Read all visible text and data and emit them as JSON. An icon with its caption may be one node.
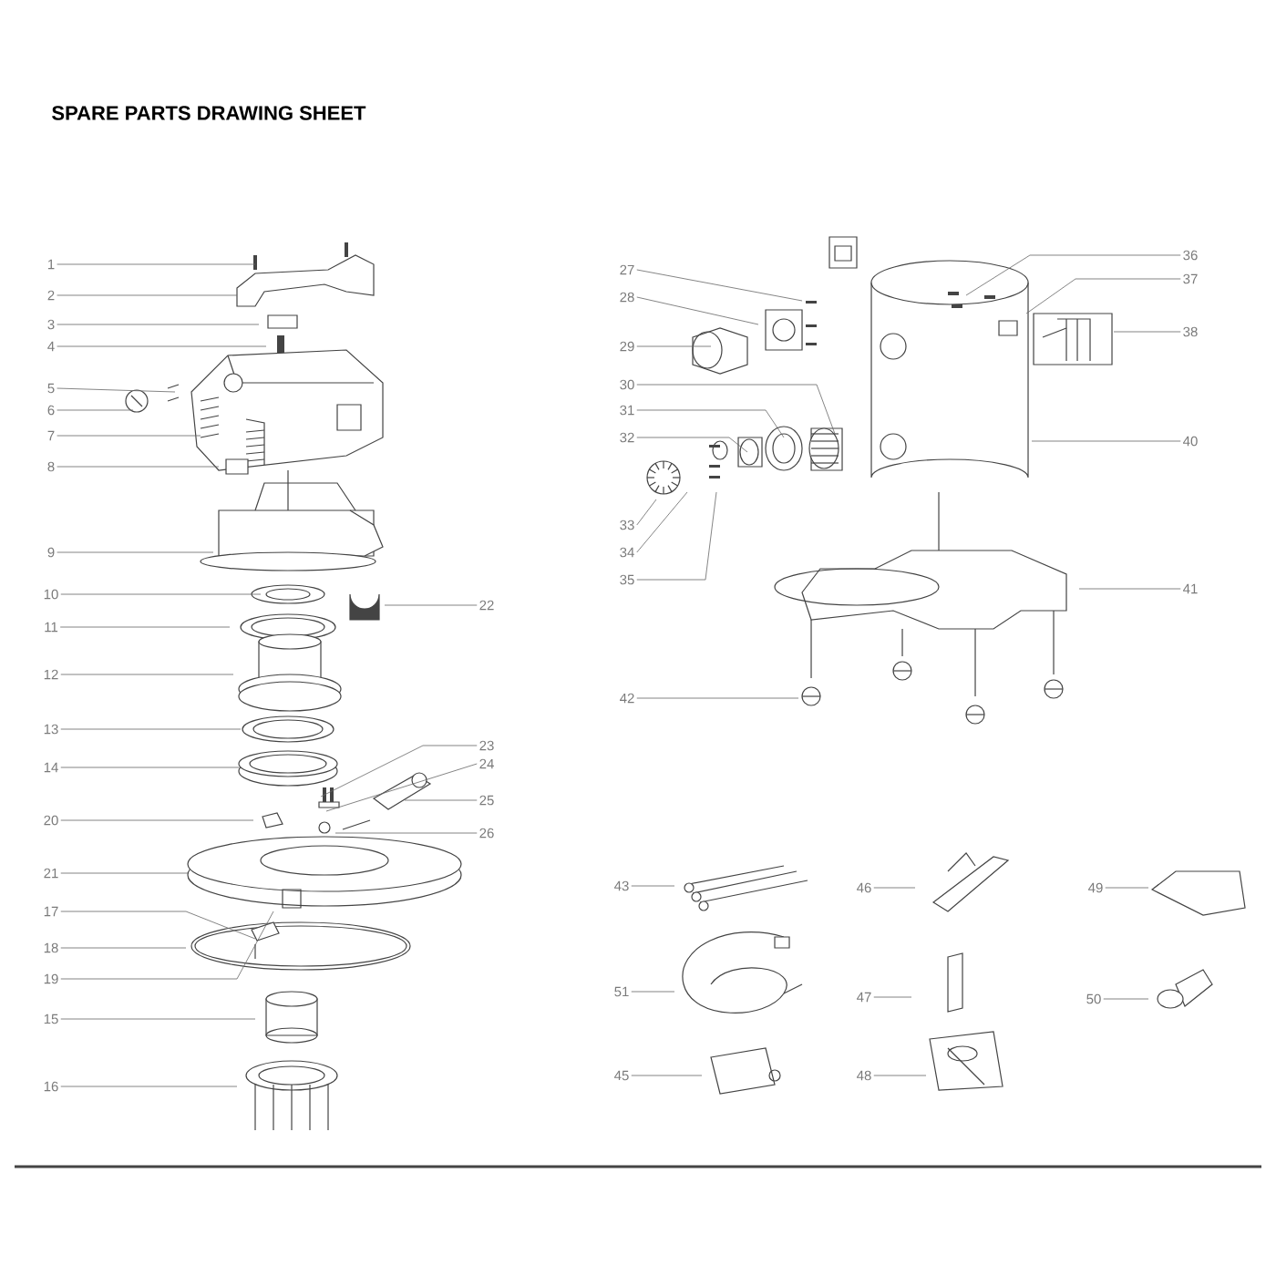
{
  "diagram": {
    "title": "SPARE PARTS DRAWING SHEET",
    "nodes": [
      {
        "text": [
          "1"
        ]
      },
      {
        "text": [
          "2"
        ]
      },
      {
        "text": [
          "3"
        ]
      },
      {
        "text": [
          "4"
        ]
      },
      {
        "text": [
          "5"
        ]
      },
      {
        "text": [
          "6"
        ]
      },
      {
        "text": [
          "7"
        ]
      },
      {
        "text": [
          "8"
        ]
      },
      {
        "text": [
          "9"
        ]
      },
      {
        "text": [
          "10"
        ]
      },
      {
        "text": [
          "22"
        ]
      },
      {
        "text": [
          "11"
        ]
      },
      {
        "text": [
          "12"
        ]
      },
      {
        "text": [
          "13"
        ]
      },
      {
        "text": [
          "14"
        ]
      },
      {
        "text": [
          "23"
        ]
      },
      {
        "text": [
          "24"
        ]
      },
      {
        "text": [
          "25"
        ]
      },
      {
        "text": [
          "20"
        ]
      },
      {
        "text": [
          "26"
        ]
      },
      {
        "text": [
          "21"
        ]
      },
      {
        "text": [
          "17"
        ]
      },
      {
        "text": [
          "18"
        ]
      },
      {
        "text": [
          "19"
        ]
      },
      {
        "text": [
          "15"
        ]
      },
      {
        "text": [
          "16"
        ]
      },
      {
        "text": [
          "27"
        ]
      },
      {
        "text": [
          "36"
        ]
      },
      {
        "text": [
          "28"
        ]
      },
      {
        "text": [
          "37"
        ]
      },
      {
        "text": [
          "38"
        ]
      },
      {
        "text": [
          "29"
        ]
      },
      {
        "text": [
          "30"
        ]
      },
      {
        "text": [
          "31"
        ]
      },
      {
        "text": [
          "32"
        ]
      },
      {
        "text": [
          "40"
        ]
      },
      {
        "text": [
          "33"
        ]
      },
      {
        "text": [
          "34"
        ]
      },
      {
        "text": [
          "35"
        ]
      },
      {
        "text": [
          "41"
        ]
      },
      {
        "text": [
          "42"
        ]
      },
      {
        "text": [
          "43"
        ]
      },
      {
        "text": [
          "46"
        ]
      },
      {
        "text": [
          "49"
        ]
      },
      {
        "text": [
          "51"
        ]
      },
      {
        "text": [
          "47"
        ]
      },
      {
        "text": [
          "50"
        ]
      },
      {
        "text": [
          "45"
        ]
      },
      {
        "text": [
          "48"
        ]
      }
    ],
    "edges": [
      {
        "from": 0,
        "to": null,
        "arrow": "none"
      },
      {
        "from": 1,
        "to": null,
        "arrow": "none"
      },
      {
        "from": 2,
        "to": null,
        "arrow": "none"
      },
      {
        "from": 3,
        "to": null,
        "arrow": "none"
      },
      {
        "from": 4,
        "to": null,
        "arrow": "none"
      },
      {
        "from": 5,
        "to": null,
        "arrow": "none"
      },
      {
        "from": 6,
        "to": null,
        "arrow": "none"
      },
      {
        "from": 7,
        "to": null,
        "arrow": "none"
      },
      {
        "from": 8,
        "to": null,
        "arrow": "none"
      },
      {
        "from": 9,
        "to": null,
        "arrow": "none"
      },
      {
        "from": 10,
        "to": null,
        "arrow": "none"
      },
      {
        "from": 11,
        "to": null,
        "arrow": "none"
      },
      {
        "from": 12,
        "to": null,
        "arrow": "none"
      },
      {
        "from": 13,
        "to": null,
        "arrow": "none"
      },
      {
        "from": 14,
        "to": null,
        "arrow": "none"
      },
      {
        "from": 15,
        "to": null,
        "arrow": "none"
      },
      {
        "from": 16,
        "to": null,
        "arrow": "none"
      },
      {
        "from": 17,
        "to": null,
        "arrow": "none"
      },
      {
        "from": 18,
        "to": null,
        "arrow": "none"
      },
      {
        "from": 19,
        "to": null,
        "arrow": "none"
      },
      {
        "from": 20,
        "to": null,
        "arrow": "none"
      },
      {
        "from": 21,
        "to": null,
        "arrow": "none"
      },
      {
        "from": 22,
        "to": null,
        "arrow": "none"
      },
      {
        "from": 23,
        "to": null,
        "arrow": "none"
      },
      {
        "from": 24,
        "to": null,
        "arrow": "none"
      },
      {
        "from": 25,
        "to": null,
        "arrow": "none"
      },
      {
        "from": 26,
        "to": null,
        "arrow": "none"
      },
      {
        "from": 27,
        "to": null,
        "arrow": "none"
      },
      {
        "from": 28,
        "to": null,
        "arrow": "none"
      },
      {
        "from": 29,
        "to": null,
        "arrow": "none"
      },
      {
        "from": 30,
        "to": null,
        "arrow": "none"
      },
      {
        "from": 31,
        "to": null,
        "arrow": "none"
      },
      {
        "from": 32,
        "to": null,
        "arrow": "none"
      },
      {
        "from": 33,
        "to": null,
        "arrow": "none"
      },
      {
        "from": 34,
        "to": null,
        "arrow": "none"
      },
      {
        "from": 35,
        "to": null,
        "arrow": "none"
      },
      {
        "from": 36,
        "to": null,
        "arrow": "none"
      },
      {
        "from": 37,
        "to": null,
        "arrow": "none"
      },
      {
        "from": 38,
        "to": null,
        "arrow": "none"
      },
      {
        "from": 39,
        "to": null,
        "arrow": "none"
      },
      {
        "from": 40,
        "to": null,
        "arrow": "none"
      },
      {
        "from": 41,
        "to": null,
        "arrow": "none"
      },
      {
        "from": 42,
        "to": null,
        "arrow": "none"
      },
      {
        "from": 43,
        "to": null,
        "arrow": "none"
      },
      {
        "from": 44,
        "to": null,
        "arrow": "none"
      },
      {
        "from": 45,
        "to": null,
        "arrow": "none"
      },
      {
        "from": 46,
        "to": null,
        "arrow": "none"
      },
      {
        "from": 47,
        "to": null,
        "arrow": "none"
      },
      {
        "from": 48,
        "to": null,
        "arrow": "none"
      }
    ]
  }
}
